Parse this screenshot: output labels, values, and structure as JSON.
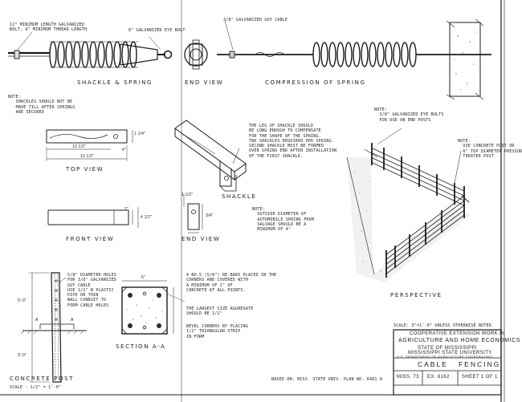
{
  "labels": {
    "bolt_note": "12\" MINIMUM LENGTH GALVANIZED\nBOLT, 4\" MINIMUM THREAD LENGTH",
    "eye_bolt": "8\" GALVANIZED EYE BOLT",
    "guy_cable": "3/8\" GALVANIZED GUY CABLE",
    "shackle_spring": "SHACKLE & SPRING",
    "end_view_top": "END VIEW",
    "compression": "COMPRESSION OF SPRING",
    "note_left": "NOTE:\n   SHACKLES SHOULD NOT BE\n   MADE TILL AFTER SPRINGS\n   ARE SECURED",
    "top_view": "TOP VIEW",
    "front_view": "FRONT VIEW",
    "shackle_note": "THE LEG OF SHACKLE SHOULD\nBE LONG ENOUGH TO COMPENSATE\nFOR THE SHAPE OF THE SPRING.\nTWO SHACKLES REQUIRED PER SPRING.\nSECOND SHACKLE MUST BE FORMED\nOVER SPRING END AFTER INSTALLATION\nOF THE FIRST SHACKLE.",
    "shackle": "SHACKLE",
    "note_spring": "NOTE:\n  OUTSIDE DIAMETER OF\n  AUTOMOBILE SPRING FROM\n  SALVAGE SHOULD BE A\n  MINIMUM OF 4\"",
    "end_view_mid": "END VIEW",
    "note_eye_bolts": "NOTE:\n  3/8\" GALVANIZED EYE BOLTS\n  FOR USE ON END POSTS",
    "note_post": "NOTE:\n  USE CONCRETE POST OR\n  6\" TOP DIAMETER PRESSURE\n  TREATED POST",
    "perspective": "PERSPECTIVE",
    "holes_note": "5/8\" DIAMETER HOLES\nFOR 3/8\" GALVANIZED\nGUY CABLE\nUSE 1/2\" Ø PLASTIC\nPIPE OR THIN\nWALL CONDUIT TO\nFORM CABLE HOLES",
    "rebars_note": "4 NO.5 (5/8\") RE-BARS PLACED IN THE\nCORNERS AND COVERED WITH\nA MINIMUM OF 1\" OF\nCONCRETE AT ALL POINTS.",
    "aggregate_note": "THE LARGEST SIZE AGGREGATE\nSHOULD BE 1/2\"",
    "bevel_note": "BEVEL CORNERS BY PLACING\n1/2\" TRIANGULAR STRIP\nIN FORM",
    "section": "SECTION A-A",
    "concrete_post": "CONCRETE POST",
    "concrete_scale": "SCALE - 1/2\" = 1'-0\"",
    "based_on": "BASED ON: MISS. STATE UNIV. PLAN NO. 6461 A",
    "scale_note": "SCALE: 3\"=1'-0\" UNLESS OTHERWISE NOTED."
  },
  "dims": {
    "d_4": "4\"",
    "d_10_half": "10 1/2\"",
    "d_12_half": "12 1/2\"",
    "d_1_quarter": "1 1/4\"",
    "d_2": "2\"",
    "d_4_half": "4 1/2\"",
    "d_1_half": "1 1/2\"",
    "d_3_quarter": "3/4\"",
    "d_5_0": "5'-0\"",
    "d_3_0": "3'-0\"",
    "d_6": "6\"",
    "d_a1": "A",
    "d_a2": "A"
  },
  "title_block": {
    "line1": "COOPERATIVE EXTENSION WORK IN",
    "line2": "AGRICULTURE AND HOME ECONOMICS",
    "line3": "STATE OF MISSISSIPPI",
    "line4": "MISSISSIPPI STATE UNIVERSITY",
    "line5": "U.S. DEPARTMENT OF AGRICULTURE COOPERATING",
    "title": "CABLE   FENCING",
    "cell1": "MISS. 73",
    "cell2": "EX. 6162",
    "cell3": "SHEET 1 OF 1"
  }
}
